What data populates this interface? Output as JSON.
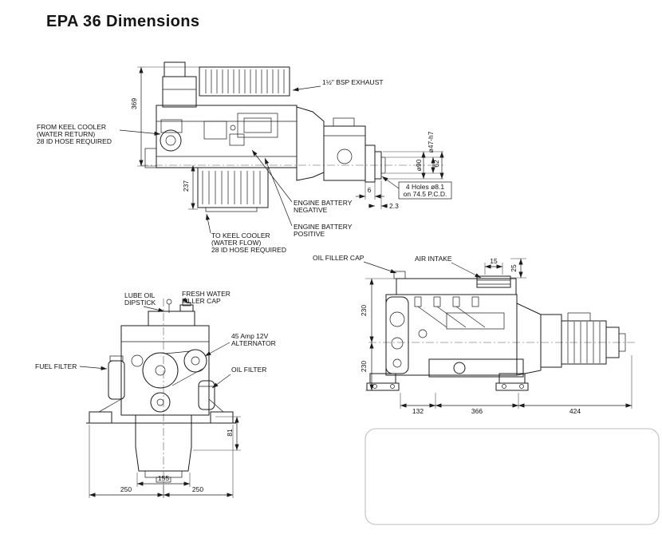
{
  "title": "EPA 36 Dimensions",
  "top_view": {
    "labels": {
      "exhaust": "1½\" BSP EXHAUST",
      "from_keel_1": "FROM KEEL COOLER",
      "from_keel_2": "(WATER RETURN)",
      "from_keel_3": "28 ID HOSE REQUIRED",
      "batt_neg_1": "ENGINE BATTERY",
      "batt_neg_2": "NEGATIVE",
      "batt_pos_1": "ENGINE BATTERY",
      "batt_pos_2": "POSITIVE",
      "to_keel_1": "TO KEEL COOLER",
      "to_keel_2": "(WATER FLOW)",
      "to_keel_3": "28 ID HOSE REQUIRED",
      "holes_1": "4 Holes ø8.1",
      "holes_2": "on 74.5 P.C.D."
    },
    "dims": {
      "h369": "369",
      "h237": "237",
      "d47": "ø47-h7",
      "d90": "ø90",
      "d62": "62",
      "d6": "6",
      "d23": "2.3"
    }
  },
  "front_view": {
    "labels": {
      "lube_1": "LUBE OIL",
      "lube_2": "DIPSTICK",
      "fresh_1": "FRESH WATER",
      "fresh_2": "FILLER CAP",
      "alt_1": "45 Amp 12V",
      "alt_2": "ALTERNATOR",
      "fuel_filter": "FUEL FILTER",
      "oil_filter": "OIL FILTER"
    },
    "dims": {
      "d81": "81",
      "d155": "155",
      "d250_left": "250",
      "d250_right": "250"
    }
  },
  "side_view": {
    "labels": {
      "oil_filler_cap": "OIL FILLER CAP",
      "air_intake": "AIR INTAKE"
    },
    "dims": {
      "d15": "15",
      "d25": "25",
      "d230_upper": "230",
      "d230_lower": "230",
      "d132": "132",
      "d366": "366",
      "d424": "424"
    }
  }
}
